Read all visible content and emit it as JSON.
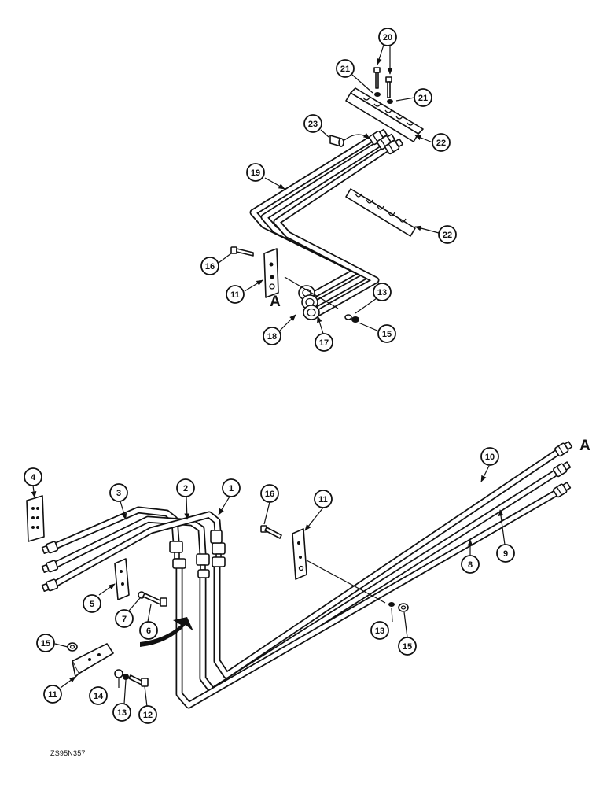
{
  "figure": {
    "reference_code": "ZS95N357",
    "view_marker": "A",
    "callouts": {
      "c1": "1",
      "c2": "2",
      "c3": "3",
      "c4": "4",
      "c5": "5",
      "c6": "6",
      "c7": "7",
      "c8": "8",
      "c9": "9",
      "c10": "10",
      "c11": "11",
      "c12": "12",
      "c13": "13",
      "c14": "14",
      "c15": "15",
      "c16": "16",
      "c17": "17",
      "c18": "18",
      "c19": "19",
      "c20": "20",
      "c21": "21",
      "c22": "22",
      "c23": "23"
    }
  }
}
